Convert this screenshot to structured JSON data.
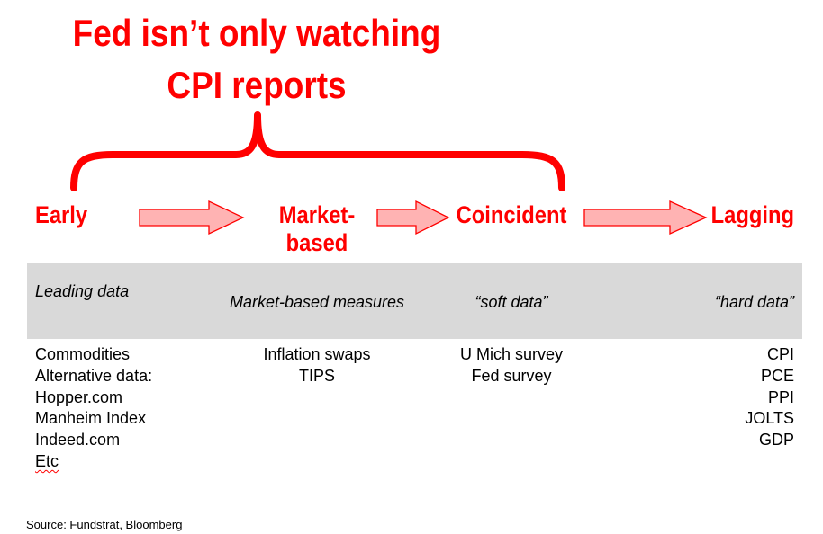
{
  "title": {
    "line1": "Fed isn’t only watching",
    "line2": "CPI reports"
  },
  "colors": {
    "accent": "#ff0000",
    "arrow_fill": "#ffb3b3",
    "band": "#d9d9d9"
  },
  "stages": {
    "early": "Early",
    "market_line1": "Market-",
    "market_line2": "based",
    "coincident": "Coincident",
    "lagging": "Lagging"
  },
  "band": {
    "early": "Leading data",
    "market": "Market-based measures",
    "coincident": "“soft data”",
    "lagging": "“hard data”"
  },
  "lists": {
    "early": [
      "Commodities",
      "Alternative data:",
      "Hopper.com",
      "Manheim Index",
      "Indeed.com",
      "Etc"
    ],
    "market": [
      "Inflation swaps",
      "TIPS"
    ],
    "coincident": [
      "U Mich survey",
      "Fed survey"
    ],
    "lagging": [
      "CPI",
      "PCE",
      "PPI",
      "JOLTS",
      "GDP"
    ]
  },
  "source": "Source: Fundstrat, Bloomberg"
}
